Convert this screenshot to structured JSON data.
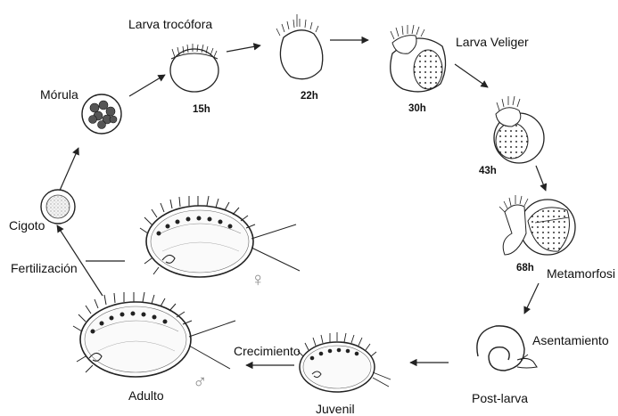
{
  "stages": {
    "cigoto": "Cigoto",
    "morula": "Mórula",
    "trocofora": "Larva trocófora",
    "veliger": "Larva Veliger",
    "metamorfosis": "Metamorfosi",
    "asentamiento": "Asentamiento",
    "postlarva": "Post-larva",
    "crecimiento": "Crecimiento",
    "juvenil": "Juvenil",
    "adulto": "Adulto",
    "fertilizacion": "Fertilización"
  },
  "times": {
    "t15": "15h",
    "t22": "22h",
    "t30": "30h",
    "t43": "43h",
    "t68": "68h"
  },
  "symbols": {
    "female": "♀",
    "male": "♂"
  }
}
